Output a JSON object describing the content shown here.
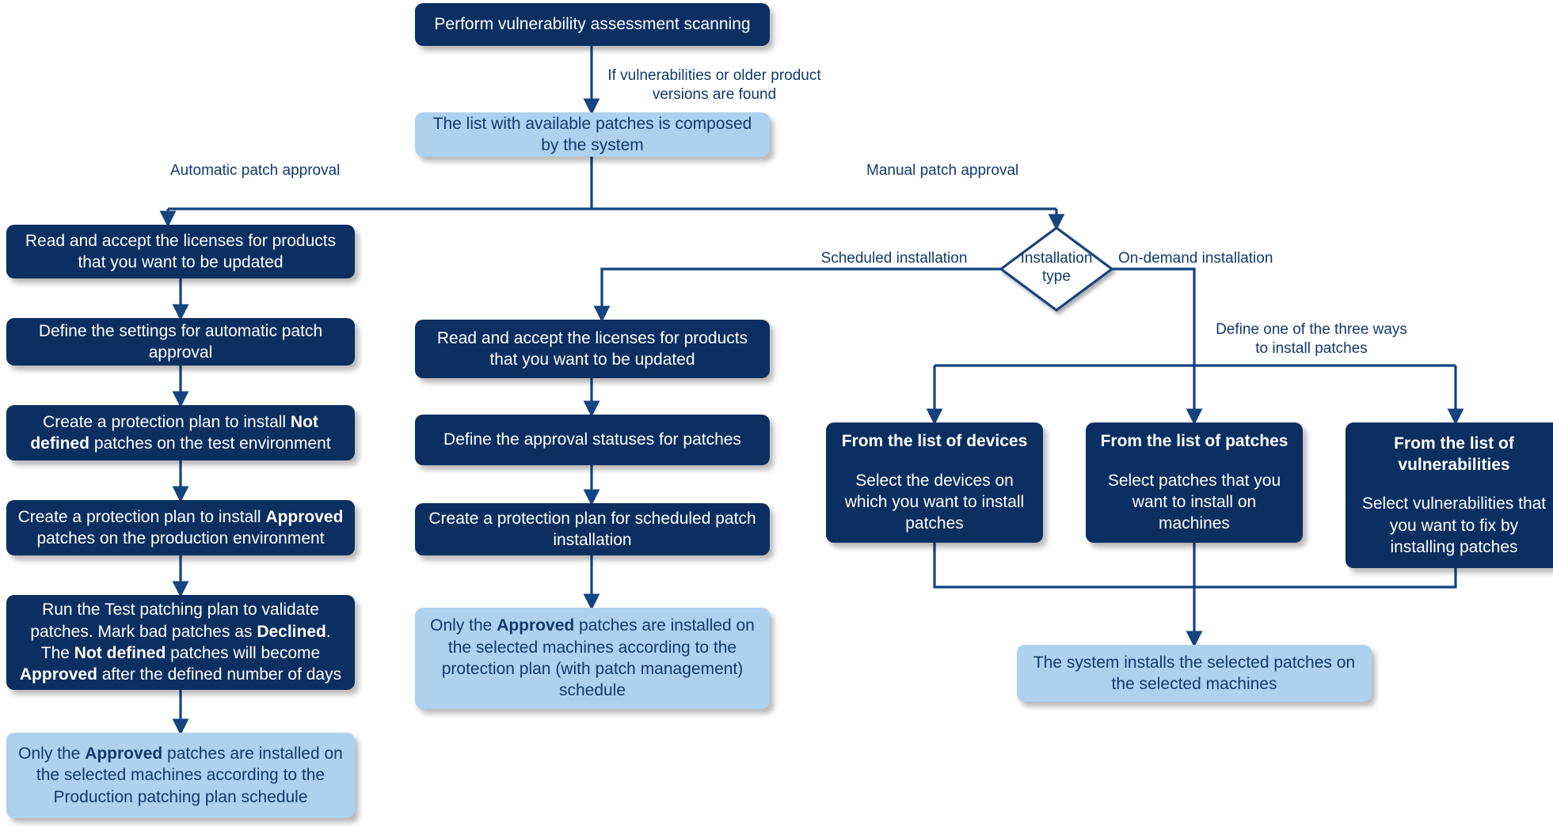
{
  "diagram": {
    "title": "Patch management workflow",
    "colors": {
      "dark_node": "#0c2f62",
      "light_node": "#aed1f0",
      "line": "#13447f",
      "text_dark": "#123a6b",
      "text_light": "#ffffff",
      "background": "#ffffff"
    }
  },
  "nodes": {
    "scan": {
      "text": "Perform vulnerability assessment scanning"
    },
    "patch_list": {
      "line1": "The list with available patches is composed",
      "line2": "by the system"
    },
    "auto_licenses": {
      "line1": "Read and accept the licenses for products",
      "line2": "that you want to be updated"
    },
    "auto_settings": {
      "line1": "Define the settings for automatic patch",
      "line2": "approval"
    },
    "auto_plan_test": {
      "a": "Create a protection plan to install ",
      "b": "Not defined",
      "c": " patches on the test environment"
    },
    "auto_plan_prod": {
      "a": "Create a protection plan to install ",
      "b": "Approved",
      "c": " patches on the production environment"
    },
    "auto_run_test": {
      "a": "Run the Test patching plan to validate patches. Mark bad patches as ",
      "b": "Declined",
      "c": ". The ",
      "d": "Not defined",
      "e": " patches will become ",
      "f": "Approved",
      "g": " after the defined number of days"
    },
    "auto_result": {
      "a": "Only the ",
      "b": "Approved",
      "c": " patches are installed on the selected machines according to the Production patching plan schedule"
    },
    "sched_licenses": {
      "line1": "Read and accept the licenses for products",
      "line2": "that you want to be updated"
    },
    "sched_statuses": {
      "text": "Define the approval statuses for patches"
    },
    "sched_plan": {
      "line1": "Create a protection plan for scheduled patch",
      "line2": "installation"
    },
    "sched_result": {
      "a": "Only the ",
      "b": "Approved",
      "c": " patches are installed on the selected machines according to the protection plan (with patch management) schedule"
    },
    "from_devices": {
      "header": "From the list of devices",
      "body": "Select the devices on which you want to install patches"
    },
    "from_patches": {
      "header": "From the list of patches",
      "body": "Select patches that you want to install on machines"
    },
    "from_vulnerabilities": {
      "header": "From the list of vulnerabilities",
      "body": "Select vulnerabilities that you want to fix by installing patches"
    },
    "ondemand_result": {
      "line1": "The system installs the selected patches on",
      "line2": "the selected machines"
    }
  },
  "decision": {
    "line1": "Installation",
    "line2": "type"
  },
  "edge_labels": {
    "if_vulnerabilities": "If vulnerabilities or older product\nversions are found",
    "automatic_patch_approval": "Automatic patch approval",
    "manual_patch_approval": "Manual patch approval",
    "scheduled_installation": "Scheduled installation",
    "on_demand_installation": "On-demand installation",
    "define_three_ways": "Define one of the three ways\nto install patches"
  }
}
